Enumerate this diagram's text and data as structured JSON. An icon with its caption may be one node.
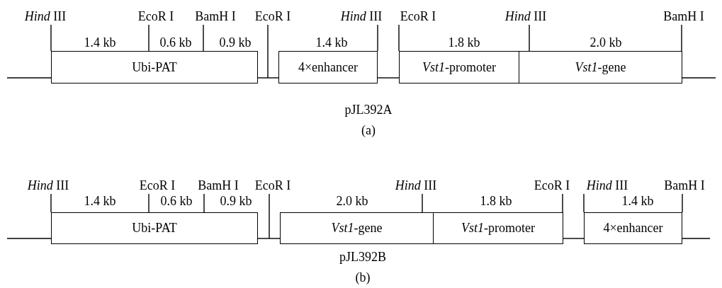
{
  "diagram": {
    "nodes": [
      {
        "text": [
          "Ubi-PAT"
        ],
        "beside": [
          "1.4 kb",
          "0.6 kb",
          "0.9 kb"
        ]
      },
      {
        "text": [
          "4×enhancer"
        ],
        "beside": [
          "1.4 kb"
        ]
      },
      {
        "text": [
          "*Vst1*-promoter"
        ],
        "beside": [
          "1.8 kb"
        ]
      },
      {
        "text": [
          "*Vst1*-gene"
        ],
        "beside": [
          "2.0 kb"
        ]
      },
      {
        "text": [
          "Ubi-PAT"
        ],
        "beside": [
          "1.4 kb",
          "0.6 kb",
          "0.9 kb"
        ]
      },
      {
        "text": [
          "*Vst1*-gene"
        ],
        "beside": [
          "2.0 kb"
        ]
      },
      {
        "text": [
          "*Vst1*-promoter"
        ],
        "beside": [
          "1.8 kb"
        ]
      },
      {
        "text": [
          "4×enhancer"
        ],
        "beside": [
          "1.4 kb"
        ]
      },
      {
        "text": [
          "*Hind* III"
        ]
      },
      {
        "text": [
          "EcoR I"
        ]
      },
      {
        "text": [
          "BamH I"
        ]
      },
      {
        "text": [
          "EcoR I"
        ]
      },
      {
        "text": [
          "*Hind* III"
        ]
      },
      {
        "text": [
          "EcoR I"
        ]
      },
      {
        "text": [
          "*Hind* III"
        ]
      },
      {
        "text": [
          "BamH I"
        ]
      },
      {
        "text": [
          "*Hind* III"
        ]
      },
      {
        "text": [
          "EcoR I"
        ]
      },
      {
        "text": [
          "BamH I"
        ]
      },
      {
        "text": [
          "EcoR I"
        ]
      },
      {
        "text": [
          "*Hind* III"
        ]
      },
      {
        "text": [
          "EcoR I"
        ]
      },
      {
        "text": [
          "*Hind* III"
        ]
      },
      {
        "text": [
          "BamH I"
        ]
      }
    ],
    "edges": [
      {
        "from": null,
        "to": 0,
        "arrow": "none"
      },
      {
        "from": 0,
        "to": 1,
        "arrow": "none"
      },
      {
        "from": 1,
        "to": 2,
        "arrow": "none"
      },
      {
        "from": 3,
        "to": null,
        "arrow": "none"
      },
      {
        "from": null,
        "to": 4,
        "arrow": "none"
      },
      {
        "from": 4,
        "to": 5,
        "arrow": "none"
      },
      {
        "from": 6,
        "to": 7,
        "arrow": "none"
      },
      {
        "from": 7,
        "to": null,
        "arrow": "none"
      },
      {
        "from": 8,
        "to": 0,
        "arrow": "none"
      },
      {
        "from": 9,
        "to": 0,
        "arrow": "none"
      },
      {
        "from": 10,
        "to": 0,
        "arrow": "none"
      },
      {
        "from": 11,
        "to": null,
        "arrow": "none"
      },
      {
        "from": 12,
        "to": 1,
        "arrow": "none"
      },
      {
        "from": 13,
        "to": 2,
        "arrow": "none"
      },
      {
        "from": 14,
        "to": 3,
        "arrow": "none"
      },
      {
        "from": 15,
        "to": 3,
        "arrow": "none"
      },
      {
        "from": 16,
        "to": 4,
        "arrow": "none"
      },
      {
        "from": 17,
        "to": 4,
        "arrow": "none"
      },
      {
        "from": 18,
        "to": 4,
        "arrow": "none"
      },
      {
        "from": 19,
        "to": null,
        "arrow": "none"
      },
      {
        "from": 20,
        "to": 5,
        "arrow": "none"
      },
      {
        "from": 21,
        "to": 6,
        "arrow": "none"
      },
      {
        "from": 22,
        "to": 7,
        "arrow": "none"
      },
      {
        "from": 23,
        "to": 7,
        "arrow": "none"
      }
    ],
    "labels": [
      "pJL392A",
      "(a)",
      "pJL392B",
      "(b)"
    ]
  }
}
